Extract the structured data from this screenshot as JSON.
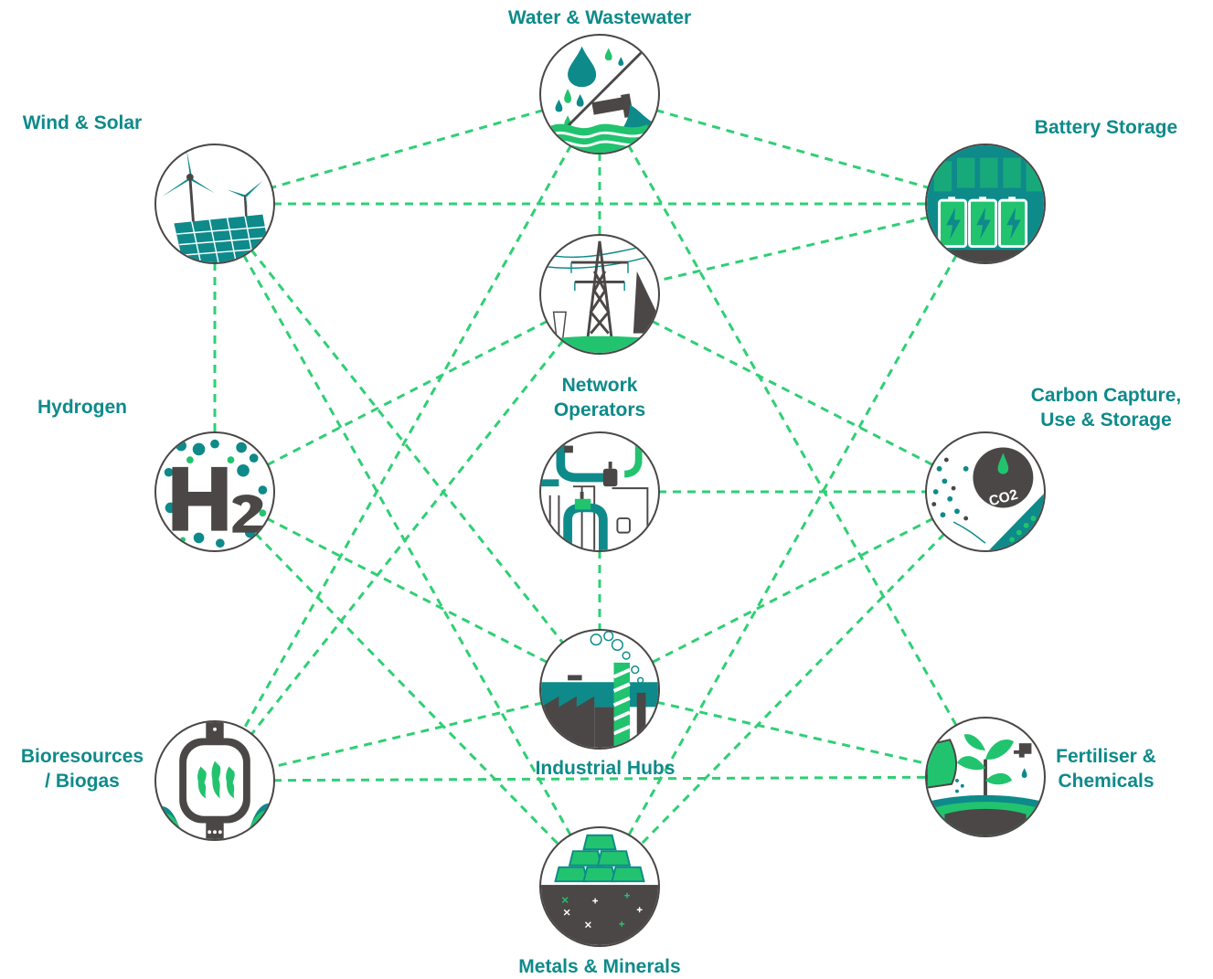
{
  "colors": {
    "teal": "#0e8a8a",
    "green": "#22c36f",
    "dark": "#4a4746",
    "line": "#2fcf74"
  },
  "nodes": {
    "water": {
      "label": "Water & Wastewater",
      "icon": "water-drop-pipe-icon"
    },
    "wind": {
      "label": "Wind & Solar",
      "icon": "wind-turbine-solar-panel-icon"
    },
    "battery": {
      "label": "Battery Storage",
      "icon": "battery-icon"
    },
    "network": {
      "label_line1": "Network",
      "label_line2": "Operators",
      "icon": "power-pylon-icon"
    },
    "hydrogen": {
      "label": "Hydrogen",
      "icon": "h2-molecule-icon"
    },
    "pipes": {
      "icon": "pipes-valves-icon"
    },
    "carbon": {
      "label_line1": "Carbon Capture,",
      "label_line2": "Use & Storage",
      "icon": "co2-gauge-icon"
    },
    "industrial": {
      "label": "Industrial Hubs",
      "icon": "factory-chimney-icon"
    },
    "bio": {
      "label_line1": "Bioresources",
      "label_line2": "/ Biogas",
      "icon": "biogas-flame-tank-icon"
    },
    "fertiliser": {
      "label_line1": "Fertiliser &",
      "label_line2": "Chemicals",
      "icon": "plant-sprout-icon"
    },
    "metals": {
      "label": "Metals & Minerals",
      "icon": "gold-bars-icon"
    }
  },
  "connections": [
    [
      "water",
      "wind"
    ],
    [
      "water",
      "battery"
    ],
    [
      "water",
      "network"
    ],
    [
      "water",
      "bio"
    ],
    [
      "water",
      "fertiliser"
    ],
    [
      "wind",
      "battery"
    ],
    [
      "wind",
      "hydrogen"
    ],
    [
      "wind",
      "industrial"
    ],
    [
      "wind",
      "metals"
    ],
    [
      "battery",
      "network"
    ],
    [
      "battery",
      "metals"
    ],
    [
      "network",
      "carbon"
    ],
    [
      "network",
      "hydrogen"
    ],
    [
      "network",
      "bio"
    ],
    [
      "hydrogen",
      "industrial"
    ],
    [
      "hydrogen",
      "metals"
    ],
    [
      "pipes",
      "carbon"
    ],
    [
      "pipes",
      "industrial"
    ],
    [
      "carbon",
      "industrial"
    ],
    [
      "carbon",
      "metals"
    ],
    [
      "industrial",
      "bio"
    ],
    [
      "industrial",
      "fertiliser"
    ],
    [
      "bio",
      "fertiliser"
    ]
  ]
}
